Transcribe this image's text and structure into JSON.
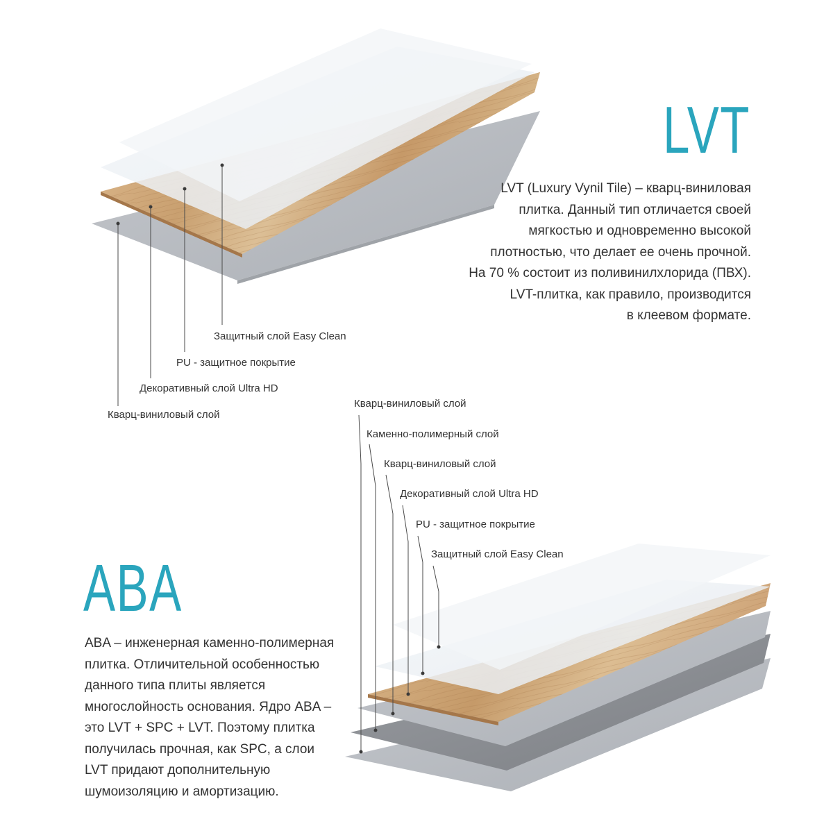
{
  "lvt": {
    "title": "LVT",
    "description_lines": [
      "LVT (Luxury Vynil Tile) – кварц-виниловая",
      "плитка. Данный тип отличается своей",
      "мягкостью и одновременно высокой",
      "плотностью, что делает ее очень прочной.",
      "На 70 % состоит из поливинилхлорида (ПВХ).",
      "LVT-плитка, как правило, производится",
      "в клеевом формате."
    ],
    "layers": [
      "Защитный слой Easy Clean",
      "PU - защитное покрытие",
      "Декоративный слой Ultra HD",
      "Кварц-виниловый слой"
    ]
  },
  "aba": {
    "title": "ABA",
    "description_lines": [
      "ABA – инженерная каменно-полимерная",
      "плитка. Отличительной особенностью",
      "данного типа плиты является",
      "многослойность основания. Ядро ABA –",
      "это LVT + SPC + LVT. Поэтому плитка",
      "получилась прочная, как SPC, а слои",
      "LVT придают дополнительную",
      "шумоизоляцию и амортизацию."
    ],
    "layers": [
      "Кварц-виниловый слой",
      "Каменно-полимерный слой",
      "Кварц-виниловый слой",
      "Декоративный слой Ultra HD",
      "PU - защитное покрытие",
      "Защитный слой Easy Clean"
    ]
  },
  "colors": {
    "accent": "#2aa5bd",
    "wood_light": "#d9b88a",
    "wood_dark": "#b8885a",
    "gray_layer": "#b9bcc1",
    "dark_gray_layer": "#8c8f94",
    "film_layer": "#e9eef2"
  }
}
